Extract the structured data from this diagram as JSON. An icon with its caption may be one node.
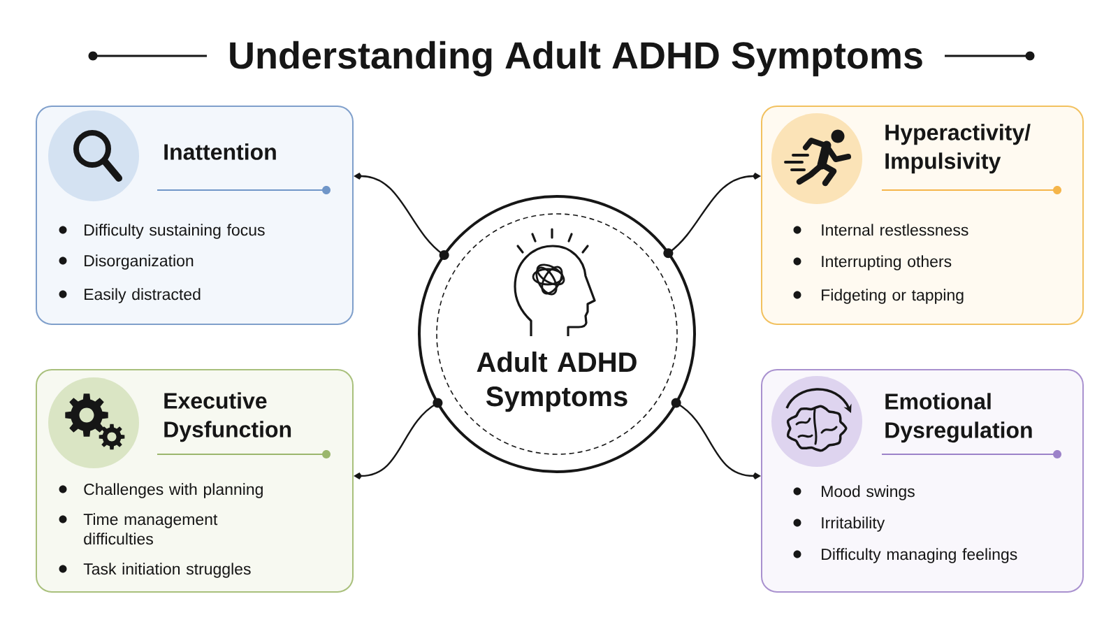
{
  "diagram": {
    "title": "Understanding Adult ADHD Symptoms",
    "nodes": [
      {
        "text": [
          "Inattention",
          "Difficulty sustaining focus",
          "Disorganization",
          "Easily distracted"
        ]
      },
      {
        "text": [
          "Hyperactivity/ Impulsivity",
          "Internal restlessness",
          "Interrupting others",
          "Fidgeting or tapping"
        ]
      },
      {
        "text": [
          "Adult ADHD Symptoms"
        ]
      },
      {
        "text": [
          "Executive Dysfunction",
          "Challenges with planning",
          "Time management difficulties",
          "Task initiation struggles"
        ]
      },
      {
        "text": [
          "Emotional Dysregulation",
          "Mood swings",
          "Irritability",
          "Difficulty managing feelings"
        ]
      }
    ],
    "edges": [
      {
        "from": 2,
        "to": 0,
        "arrow": "to"
      },
      {
        "from": 2,
        "to": 1,
        "arrow": "to"
      },
      {
        "from": 2,
        "to": 3,
        "arrow": "to"
      },
      {
        "from": 2,
        "to": 4,
        "arrow": "to"
      }
    ]
  }
}
